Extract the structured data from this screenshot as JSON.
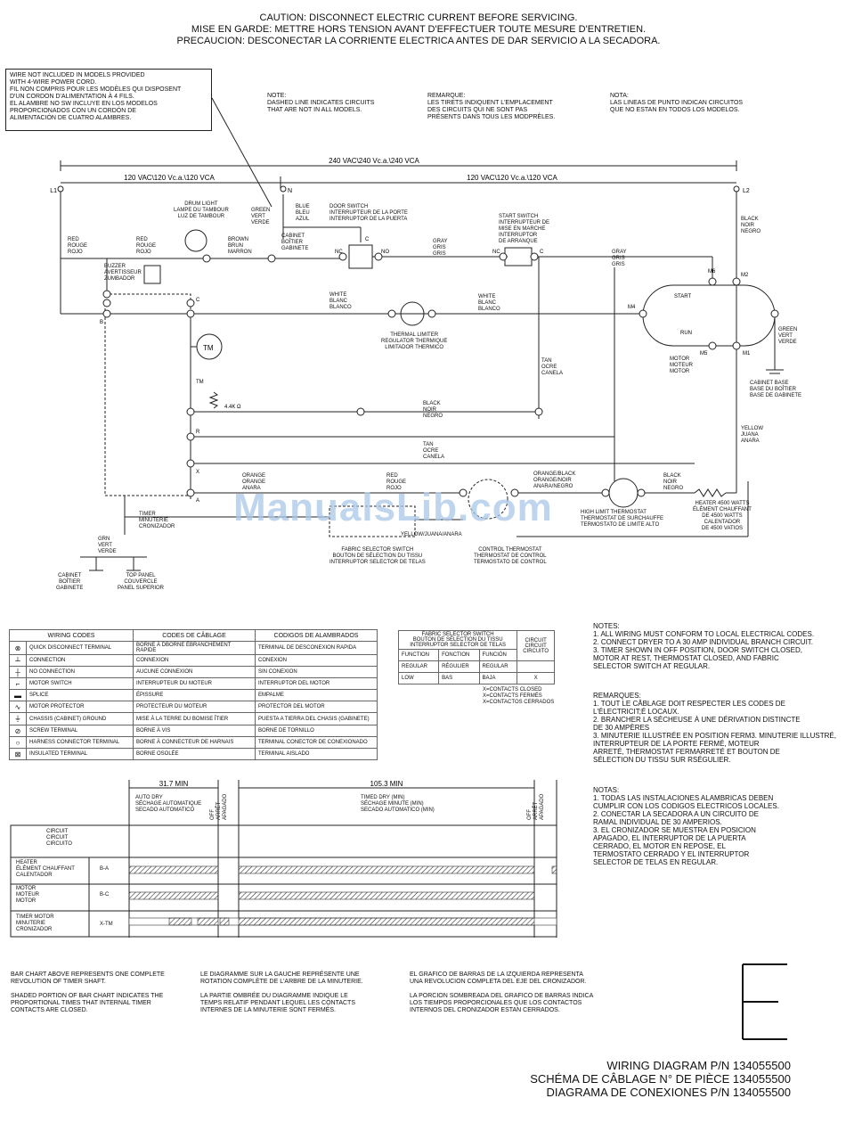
{
  "header": {
    "caution": "CAUTION: DISCONNECT ELECTRIC CURRENT BEFORE SERVICING.\nMISE EN GARDE: METTRE HORS TENSION AVANT D'EFFECTUER TOUTE MESURE D'ENTRETIEN.\nPRECAUCION: DESCONECTAR LA CORRIENTE ELECTRICA   ANTES DE DAR SERVICIO A LA SECADORA."
  },
  "wire_note": "WIRE NOT INCLUDED IN MODELS PROVIDED\nWITH 4-WIRE POWER CORD.\nFIL NON COMPRIS POUR LES MODÈLES QUI DISPOSENT\nD'UN CORDON D'ALIMENTATION À 4 FILS.\nEL ALAMBRE NO SW INCLUYE EN LOS MODELOS\nPROPORCIONADOS CON UN CORDÓN DE\nALIMENTACIÓN DE CUATRO ALAMBRES.",
  "dashed_notes": [
    "NOTE:\nDASHED LINE INDICATES CIRCUITS\nTHAT ARE NOT IN ALL MODELS.",
    "REMARQUE:\nLES TIRETS INDIQUENT L'EMPLACEMENT\nDES CIRCUITS QUI NE SONT PAS\nPRÉSENTS DANS TOUS LES MODPRÈLES.",
    "NOTA:\nLAS LINEAS DE PUNTO INDICAN CIRCUITOS\nQUE NO ESTAN EN TODOS LOS MODELOS."
  ],
  "voltage": {
    "v240": "240 VAC\\240 Vc.a.\\240 VCA",
    "v120_left": "120 VAC\\120 Vc.a.\\120 VCA",
    "v120_right": "120 VAC\\120 Vc.a.\\120 VCA",
    "L1": "L1",
    "N": "N",
    "L2": "L2"
  },
  "labels": {
    "drum_light": "DRUM LIGHT\nLAMPE DU TAMBOUR\nLUZ DE TAMBOUR",
    "green_vert": "GREEN\nVERT\nVERDE",
    "blue": "BLUE\nBLEU\nAZUL",
    "door_switch": "DOOR SWITCH\nINTERRUPTEUR DE LA PORTE\nINTERRUPTOR DE LA PUERTA",
    "start_switch": "START SWITCH\nINTERRUPTEUR DE\nMISE EN MARCHE\nINTERRUPTOR\nDE ARRANQUE",
    "black_r": "BLACK\nNOIR\nNEGRO",
    "red_l1": "RED\nROUGE\nROJO",
    "red_2": "RED\nROUGE\nROJO",
    "brown": "BROWN\nBRUN\nMARRON",
    "cabinet1": "CABINET\nBOÎTIER\nGABINETE",
    "gray1": "GRAY\nGRIS\nGRIS",
    "gray2": "GRAY\nGRIS\nGRIS",
    "buzzer": "BUZZER\nAVERTISSEUR\nZUMBADOR",
    "white1": "WHITE\nBLANC\nBLANCO",
    "white2": "WHITE\nBLANC\nBLANCO",
    "thermal_limiter": "THERMAL LIMITER\nREGULATOR THERMIQUE\nLIMITADOR THERMICO",
    "start": "START",
    "run": "RUN",
    "m6": "M6",
    "m2": "M2",
    "m4": "M4",
    "m5": "M5",
    "m1": "M1",
    "green_r": "GREEN\nVERT\nVERDE",
    "motor": "MOTOR\nMOTEUR\nMOTOR",
    "cabinet_base": "CABINET BASE\nBASE DU BOÎTIER\nBASE DE GABINETE",
    "tan1": "TAN\nOCRE\nCANELA",
    "tan2": "TAN\nOCRE\nCANELA",
    "black_mid": "BLACK\nNOIR\nNEGRO",
    "yellow": "YELLOW\nJUANA\nANARA",
    "tm": "TM",
    "tm2": "TM",
    "res": "4.4K Ω",
    "r": "R",
    "x": "X",
    "a": "A",
    "b": "B",
    "c": "C",
    "nc1": "NC",
    "no": "NO",
    "c2": "C",
    "nc2": "NC",
    "c3": "C",
    "orange": "ORANGE\nORANGE\nANARA",
    "red_3": "RED\nROUGE\nROJO",
    "orange_black": "ORANGE/BLACK\nORANGE/NOIR\nANARA/NEGRO",
    "black_h": "BLACK\nNOIR\nNEGRO",
    "heater": "HEATER 4500 WATTS\nÉLÉMENT CHAUFFANT\nDE 4500 WATTS\nCALENTADOR\nDE 4500 VATIOS",
    "high_limit": "HIGH LIMIT THERMOSTAT\nTHERMOSTAT DE SURCHAUFFE\nTERMOSTATO DE LIMITE ALTO",
    "timer": "TIMER\nMINUTERIE\nCRONIZADOR",
    "grn": "GRN\nVERT\nVERDE",
    "cabinet2": "CABINET\nBOÎTIER\nGABINETE",
    "top_panel": "TOP PANEL\nCOUVERCLE\nPANEL SUPERIOR",
    "yellow_juana": "YELLOW/JUANA/ANARA",
    "fabric_selector": "FABRIC SELECTOR SWITCH\nBOUTON DE SÉLECTION DU TISSU\nINTERRUPTOR SELECTOR DE TELAS",
    "control_thermostat": "CONTROL THERMOSTAT\nTHERMOSTAT DE CONTROL\nTERMOSTATO DE CONTROL"
  },
  "wiring_codes": {
    "headers": [
      "WIRING CODES",
      "CODES DE CÂBLAGE",
      "CODIGOS DE ALAMBRADOS"
    ],
    "rows": [
      {
        "sym": "⊗",
        "en": "QUICK DISCONNECT TERMINAL",
        "fr": "BORNE À DBORNE ÉBRANCHEMENT RAPIDE",
        "es": "TERMINAL DE DESCONEXION RAPIDA"
      },
      {
        "sym": "┴",
        "en": "CONNECTION",
        "fr": "CONNEXION",
        "es": "CONEXION"
      },
      {
        "sym": "┼",
        "en": "NO CONNECTION",
        "fr": "AUCUNE CONNEXION",
        "es": "SIN CONEXION"
      },
      {
        "sym": "⌐",
        "en": "MOTOR SWITCH",
        "fr": "INTERRUPTEUR DU MOTEUR",
        "es": "INTERRUPTOR DEL MOTOR"
      },
      {
        "sym": "▬",
        "en": "SPLICE",
        "fr": "ÉPISSURE",
        "es": "EMPALME"
      },
      {
        "sym": "∿",
        "en": "MOTOR PROTECTOR",
        "fr": "PROTECTEUR DU MOTEUR",
        "es": "PROTECTOR DEL MOTOR"
      },
      {
        "sym": "⏚",
        "en": "CHASSIS (CABINET) GROUND",
        "fr": "MISE À LA TERRE DU BOMISE ÎTIER",
        "es": "PUESTA A TIERRA DEL CHASIS (GABINETE)"
      },
      {
        "sym": "⊘",
        "en": "SCREW TERMINAL",
        "fr": "BORNE À VIS",
        "es": "BORNE DE TORNILLO"
      },
      {
        "sym": "○",
        "en": "HARNESS CONNECTOR TERMINAL",
        "fr": "BORNE À CONNECTEUR DE HARNAIS",
        "es": "TERMINAL CONECTOR DE CONEXIONADO"
      },
      {
        "sym": "⊠",
        "en": "INSULATED TERMINAL",
        "fr": "BORNE OSOLÉE",
        "es": "TERMINAL AISLADO"
      }
    ]
  },
  "fabric_table": {
    "title": "FABRIC SELECTOR SWITCH\nBOUTON DE SÉLECTION DU TISSU\nINTERRUPTOR SELECTOR DE TELAS",
    "circuit": "CIRCUIT\nCIRCUIT\nCIRCUITO",
    "rows": [
      [
        "FUNCTION",
        "FONCTION",
        "FUNCIÓN",
        ""
      ],
      [
        "REGULAR",
        "RÉGULIER",
        "REGULAR",
        ""
      ],
      [
        "LOW",
        "BAS",
        "BAJA",
        "X"
      ]
    ],
    "legend": "X=CONTACTS CLOSED\nX=CONTACTS FERMÉS\nX=CONTACTOS CERRADOS"
  },
  "notes": {
    "en": "NOTES:\n1. ALL WIRING MUST CONFORM TO LOCAL ELECTRICAL CODES.\n2. CONNECT DRYER TO A 30 AMP INDIVIDUAL BRANCH CIRCUIT.\n3. TIMER SHOWN IN OFF POSITION, DOOR SWITCH CLOSED,\n    MOTOR AT REST, THERMOSTAT CLOSED, AND FABRIC\n    SELECTOR SWITCH AT REGULAR.",
    "fr": "REMARQUES:\n1. TOUT LE CÂBLAGE DOIT RESPECTER LES CODES DE\n    L'ÉLECTRICIT;É LOCAUX.\n2. BRANCHER LA SÉCHEUSE À UNE DÉRIVATION DISTINCTE\n    DE 30 AMPÈRES\n3. MINUTERIE ILLUSTRÉE EN POSITION FERM3. MINUTERIE ILLUSTRÉ,\n    INTERRUPTEUR DE LA PORTE FERMÉ, MOTEUR\n    ARRETÉ, THERMOSTAT FERMARRETÉ ET BOUTON DE\n    SÉLECTION DU TISSU SUR RSÉGULIER.",
    "es": "NOTAS:\n1. TODAS LAS INSTALACIONES ALAMBRICAS DEBEN\n    CUMPLIR CON LOS CODIGOS ELECTRICOS LOCALES.\n2. CONECTAR LA SECADORA A UN CIRCUITO DE\n    RAMAL INDIVIDUAL DE 30 AMPERIOS.\n3. EL CRONIZADOR SE MUESTRA EN POSICION\n    APAGADO, EL INTERRUPTOR DE LA PUERTA\n    CERRADO, EL MOTOR EN REPOSE, EL\n    TERMOSTATO CERRADO Y EL INTERRUPTOR\n    SELECTOR DE TELAS EN REGULAR."
  },
  "timer_chart": {
    "min1": "31.7 MIN",
    "min2": "105.3 MIN",
    "auto_dry": "AUTO DRY\nSÉCHAGE AUTOMATIQUE\nSECADO AUTOMATICO",
    "timed_dry": "TIMED DRY (MIN)\nSÉCHAGE MINUTE (MIN)\nSECADO AUTOMATICO (MIN)",
    "off1": "OFF\nARRÊT\nAPAGADO",
    "off2": "OFF\nARRÊT\nAPAGADO",
    "circuit_hdr": "CIRCUIT\nCIRCUIT\nCIRCUITO",
    "rows": [
      {
        "name": "HEATER\nÉLÉMENT CHAUFFANT\nCALENTADOR",
        "code": "B-A"
      },
      {
        "name": "MOTOR\nMOTEUR\nMOTOR",
        "code": "B-C"
      },
      {
        "name": "TIMER MOTOR\nMINUTERIE\nCRONIZADOR",
        "code": "X-TM"
      }
    ]
  },
  "bar_notes": [
    "BAR CHART ABOVE REPRESENTS ONE COMPLETE\nREVOLUTION OF TIMER SHAFT.\n\nSHADED PORTION OF BAR CHART INDICATES THE\nPROPORTIONAL TIMES THAT INTERNAL TIMER\nCONTACTS ARE CLOSED.",
    "LE DIAGRAMME SUR LA GAUCHE REPRÉSENTE UNE\nROTATION COMPLÈTE DE L'ARBRE DE LA MINUTERIE.\n\nLA PARTIE OMBRÉE DU DIAGRAMME INDIQUE LE\nTEMPS RELATIF PENDANT LEQUEL LES CONTACTS\nINTERNES DE LA MINUTERIE SONT FERMÉS.",
    "EL GRAFICO DE BARRAS DE LA IZQUIERDA REPRESENTA\nUNA REVOLUCION COMPLETA DEL EJE DEL CRONIZADOR.\n\nLA PORCION SOMBREADA DEL GRAFICO DE BARRAS INDICA\nLOS TIEMPOS PROPORCIONALES QUE LOS CONTACTOS\nINTERNOS DEL CRONIZADOR ESTAN CERRADOS."
  ],
  "page_letter": "E",
  "footer_title": "WIRING DIAGRAM P/N 134055500\nSCHÉMA DE CÂBLAGE N° DE PIÈCE 134055500\nDIAGRAMA DE CONEXIONES P/N 134055500",
  "watermark": "ManualsLib.com"
}
